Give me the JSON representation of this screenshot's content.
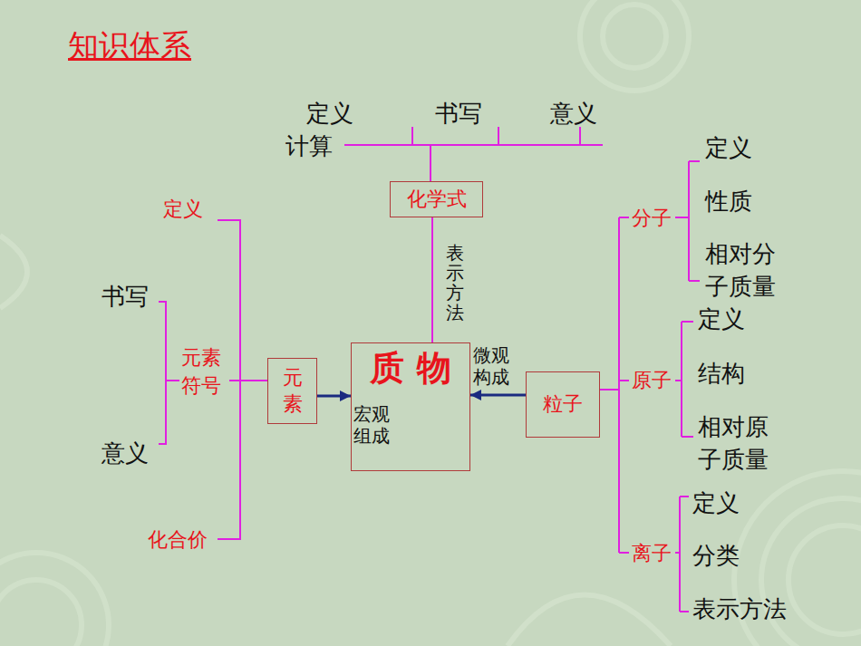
{
  "diagram": {
    "title": "知识体系",
    "nodes": [
      {
        "text": [
          "化学式"
        ]
      },
      {
        "text": [
          "元素"
        ]
      },
      {
        "text": [
          "质 物"
        ]
      },
      {
        "text": [
          "粒子"
        ]
      }
    ],
    "edges": [
      {
        "from": 1,
        "to": 2,
        "arrow": "to",
        "label": "宏观组成"
      },
      {
        "from": 3,
        "to": 2,
        "arrow": "to",
        "label": "微观构成"
      },
      {
        "from": 0,
        "to": 2,
        "arrow": "none",
        "label": "表示方法"
      }
    ],
    "labels": [
      "定义",
      "书写",
      "意义",
      "计算",
      "定义",
      "书写",
      "元素符号",
      "意义",
      "化合价",
      "分子",
      "定义",
      "性质",
      "相对分子质量",
      "原子",
      "定义",
      "结构",
      "相对原子质量",
      "离子",
      "定义",
      "分类",
      "表示方法"
    ]
  }
}
